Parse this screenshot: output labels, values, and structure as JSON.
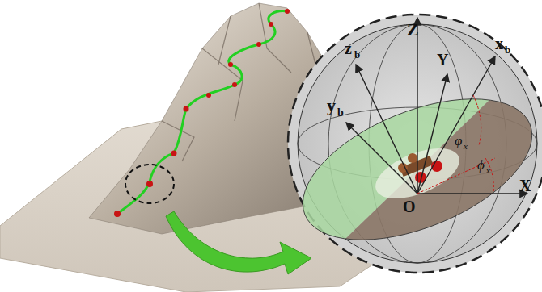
{
  "diagram": {
    "labels": [
      "Z",
      "z",
      "b",
      "Y",
      "x",
      "b",
      "y",
      "b",
      "φ",
      "x",
      "ϕ",
      "x",
      "O",
      "X"
    ]
  }
}
